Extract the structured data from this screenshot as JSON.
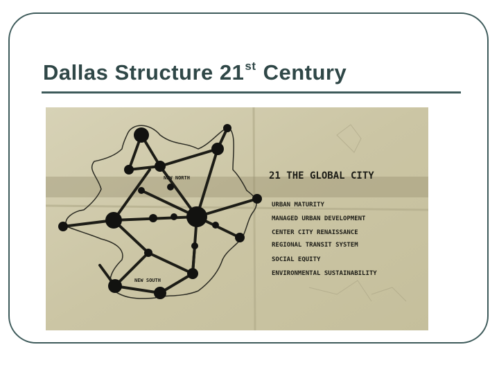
{
  "slide": {
    "title_main": "Dallas Structure  21",
    "title_sup": "st",
    "title_rest": " Century"
  },
  "sketch": {
    "heading": "21 THE GLOBAL CITY",
    "items": [
      "URBAN MATURITY",
      "MANAGED URBAN DEVELOPMENT",
      "CENTER CITY RENAISSANCE",
      "REGIONAL TRANSIT SYSTEM",
      "SOCIAL EQUITY",
      "ENVIRONMENTAL SUSTAINABILITY"
    ],
    "map_label_north": "NEW NORTH",
    "map_label_south": "NEW SOUTH"
  },
  "colors": {
    "frame": "#3d5a5a",
    "title": "#2f4747",
    "paper": "#cfc9aa",
    "ink": "#1c1c16"
  }
}
